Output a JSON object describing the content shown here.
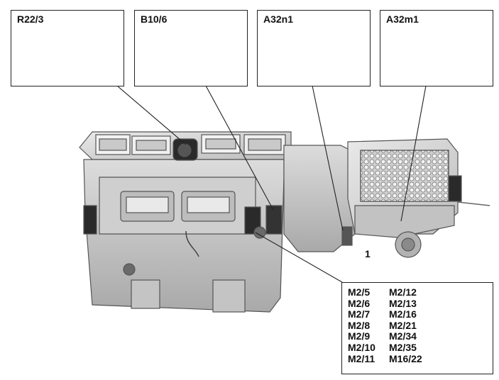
{
  "callouts": [
    {
      "id": "r22-3",
      "label": "R22/3"
    },
    {
      "id": "b10-6",
      "label": "B10/6"
    },
    {
      "id": "a32n1",
      "label": "A32n1"
    },
    {
      "id": "a32m1",
      "label": "A32m1"
    }
  ],
  "main_label": "1",
  "legend": {
    "left": [
      "M2/5",
      "M2/6",
      "M2/7",
      "M2/8",
      "M2/9",
      "M2/10",
      "M2/11"
    ],
    "right": [
      "M2/12",
      "M2/13",
      "M2/16",
      "M2/21",
      "M2/34",
      "M2/35",
      "M16/22"
    ]
  }
}
